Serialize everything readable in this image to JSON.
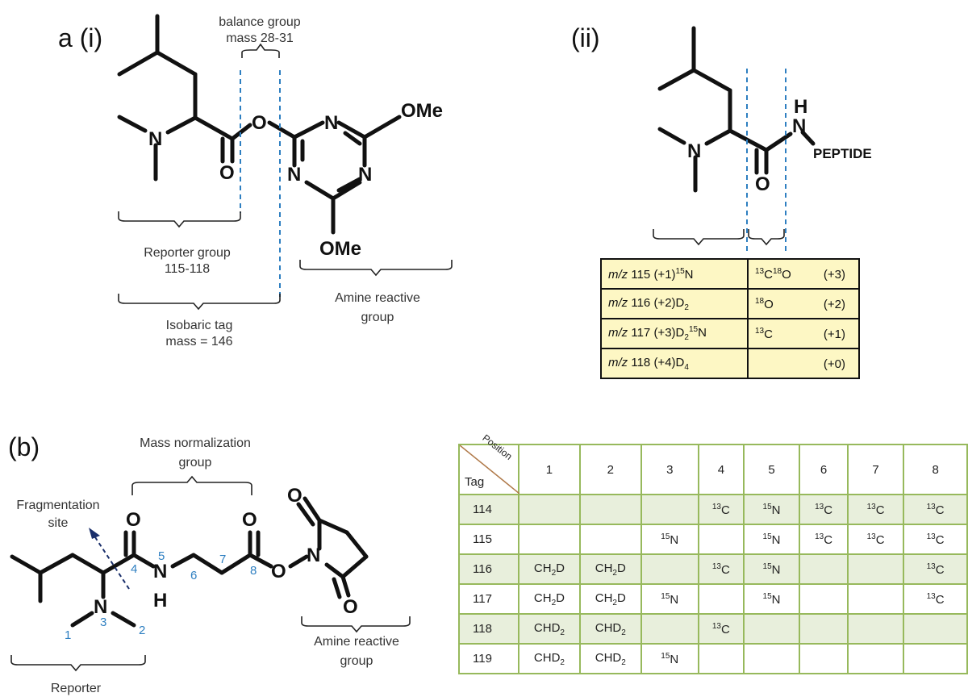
{
  "panel_a": {
    "label": "a (i)",
    "balance_label_1": "balance group",
    "balance_label_2": "mass 28-31",
    "reporter_label_1": "Reporter group",
    "reporter_label_2": "115-118",
    "isobaric_label_1": "Isobaric tag",
    "isobaric_label_2": "mass = 146",
    "amine_label_1": "Amine reactive",
    "amine_label_2": "group",
    "atoms": {
      "N": "N",
      "O": "O",
      "OMe": "OMe"
    }
  },
  "panel_ii": {
    "label": "(ii)",
    "atoms": {
      "H": "H",
      "N": "N",
      "O": "O",
      "peptide": "PEPTIDE"
    },
    "table": [
      {
        "mz": "m/z",
        "mass": "115",
        "shift": "(+1)",
        "iso_sup": "15",
        "iso_el": "N",
        "bal_sup1": "13",
        "bal_el1": "C",
        "bal_sup2": "18",
        "bal_el2": "O",
        "bal_shift": "(+3)"
      },
      {
        "mz": "m/z",
        "mass": "116",
        "shift": "(+2)",
        "iso_el": "D",
        "iso_sub": "2",
        "bal_sup1": "18",
        "bal_el1": "O",
        "bal_shift": "(+2)"
      },
      {
        "mz": "m/z",
        "mass": "117",
        "shift": "(+3)",
        "iso_el": "D",
        "iso_sub": "2",
        "iso_sup": "15",
        "iso_el2": "N",
        "bal_sup1": "13",
        "bal_el1": "C",
        "bal_shift": "(+1)"
      },
      {
        "mz": "m/z",
        "mass": "118",
        "shift": "(+4)",
        "iso_el": "D",
        "iso_sub": "4",
        "bal_shift": "(+0)"
      }
    ]
  },
  "panel_b": {
    "label": "(b)",
    "mass_norm_1": "Mass normalization",
    "mass_norm_2": "group",
    "frag_1": "Fragmentation",
    "frag_2": "site",
    "amine_1": "Amine reactive",
    "amine_2": "group",
    "reporter": "Reporter",
    "positions": [
      "1",
      "2",
      "3",
      "4",
      "5",
      "6",
      "7",
      "8"
    ],
    "atoms": {
      "N": "N",
      "O": "O",
      "H": "H"
    },
    "table": {
      "corner_position": "Position",
      "corner_tag": "Tag",
      "columns": [
        "1",
        "2",
        "3",
        "4",
        "5",
        "6",
        "7",
        "8"
      ],
      "rows": [
        {
          "tag": "114",
          "cells": [
            "",
            "",
            "",
            "13C",
            "15N",
            "13C",
            "13C",
            "13C"
          ]
        },
        {
          "tag": "115",
          "cells": [
            "",
            "",
            "15N",
            "",
            "15N",
            "13C",
            "13C",
            "13C"
          ]
        },
        {
          "tag": "116",
          "cells": [
            "CH2D",
            "CH2D",
            "",
            "13C",
            "15N",
            "",
            "",
            "13C"
          ]
        },
        {
          "tag": "117",
          "cells": [
            "CH2D",
            "CH2D",
            "15N",
            "",
            "15N",
            "",
            "",
            "13C"
          ]
        },
        {
          "tag": "118",
          "cells": [
            "CHD2",
            "CHD2",
            "",
            "13C",
            "",
            "",
            "",
            ""
          ]
        },
        {
          "tag": "119",
          "cells": [
            "CHD2",
            "CHD2",
            "15N",
            "",
            "",
            "",
            "",
            ""
          ]
        }
      ]
    }
  }
}
